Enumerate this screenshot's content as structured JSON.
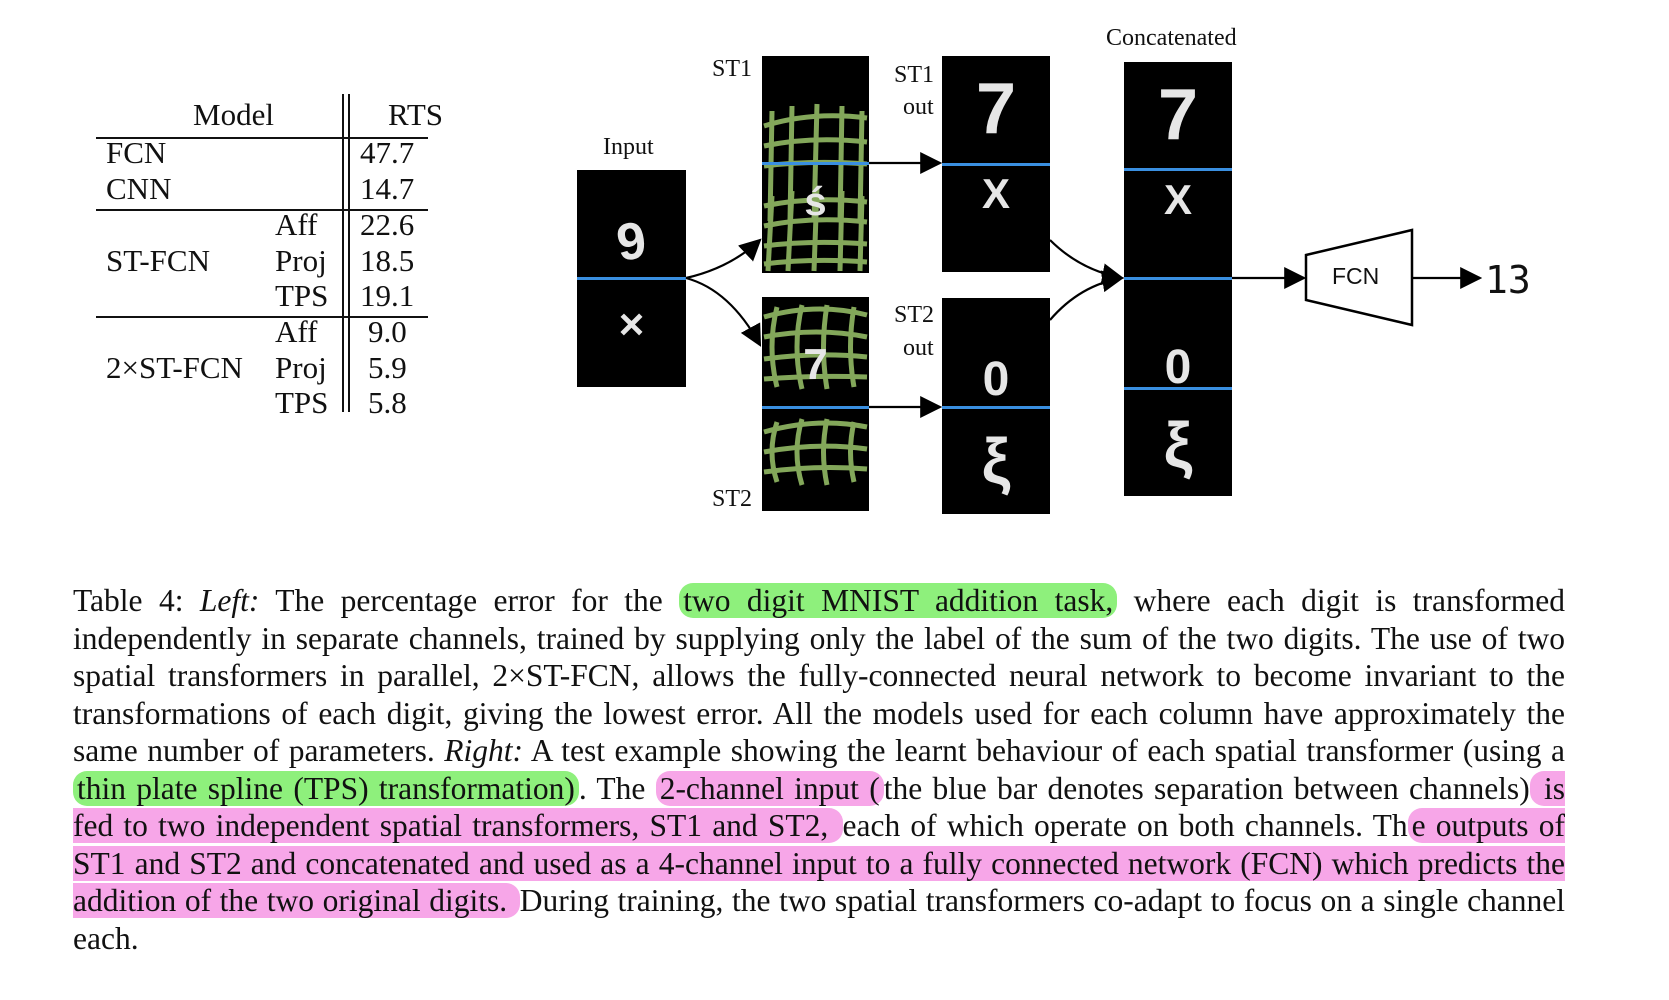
{
  "table": {
    "header": {
      "model": "Model",
      "metric": "RTS"
    },
    "rows": [
      {
        "model": "FCN",
        "variant": "",
        "value": "47.7"
      },
      {
        "model": "CNN",
        "variant": "",
        "value": "14.7"
      },
      {
        "model": "",
        "variant": "Aff",
        "value": "22.6"
      },
      {
        "model": "ST-FCN",
        "variant": "Proj",
        "value": "18.5"
      },
      {
        "model": "",
        "variant": "TPS",
        "value": "19.1"
      },
      {
        "model": "",
        "variant": "Aff",
        "value": "9.0"
      },
      {
        "model": "2×ST-FCN",
        "variant": "Proj",
        "value": "5.9"
      },
      {
        "model": "",
        "variant": "TPS",
        "value": "5.8"
      }
    ]
  },
  "figure": {
    "labels": {
      "input": "Input",
      "st1": "ST1",
      "st2": "ST2",
      "st1_out_a": "ST1",
      "st1_out_b": "out",
      "st2_out_a": "ST2",
      "st2_out_b": "out",
      "concatenated": "Concatenated",
      "fcn": "FCN",
      "result": "13"
    },
    "digits": {
      "input_top": "9",
      "input_bottom": "×",
      "st1_top": "ś",
      "st2_top": "7",
      "st1out_top": "7",
      "st1out_bottom": "X",
      "st2out_top": "0",
      "st2out_bottom": "ξ",
      "concat_1": "7",
      "concat_2": "X",
      "concat_3": "0",
      "concat_4": "ξ"
    }
  },
  "caption": {
    "table_label": "Table 4:",
    "left_label": "Left:",
    "seg1": " The percentage error for the ",
    "hl1": "two digit MNIST addition task,",
    "seg2": " where each digit is transformed independently in separate channels, trained by supplying only the label of the sum of the two digits.  The use of two spatial transformers in parallel, 2×ST-FCN, allows the fully-connected neural network to become invariant to the transformations of each digit, giving the lowest error.  All the models used for each column have approximately the same number of parameters. ",
    "right_label": "Right:",
    "seg3": " A test example showing the learnt behaviour of each spatial transformer (using a ",
    "hl2": "thin plate spline (TPS) transformation)",
    "seg4": ".  The ",
    "hl3": "2-channel input (",
    "seg5": "the blue bar denotes separation between channels)",
    "hl4": " is fed to two independent spatial transformers, ST1 and ST2, ",
    "seg6": "each of which operate on both channels. Th",
    "hl5": "e outputs of ST1 and ST2 and concatenated and used as a 4-channel input to a fully connected network (FCN) which predicts the addition of the two original digits. ",
    "seg7": "During training, the two spatial transformers co-adapt to focus on a single channel each."
  },
  "colors": {
    "separator_blue": "#3a8fe0",
    "highlight_green": "#8ef07c",
    "highlight_pink": "#f7a6e8",
    "grid_green": "#9bc56a"
  }
}
